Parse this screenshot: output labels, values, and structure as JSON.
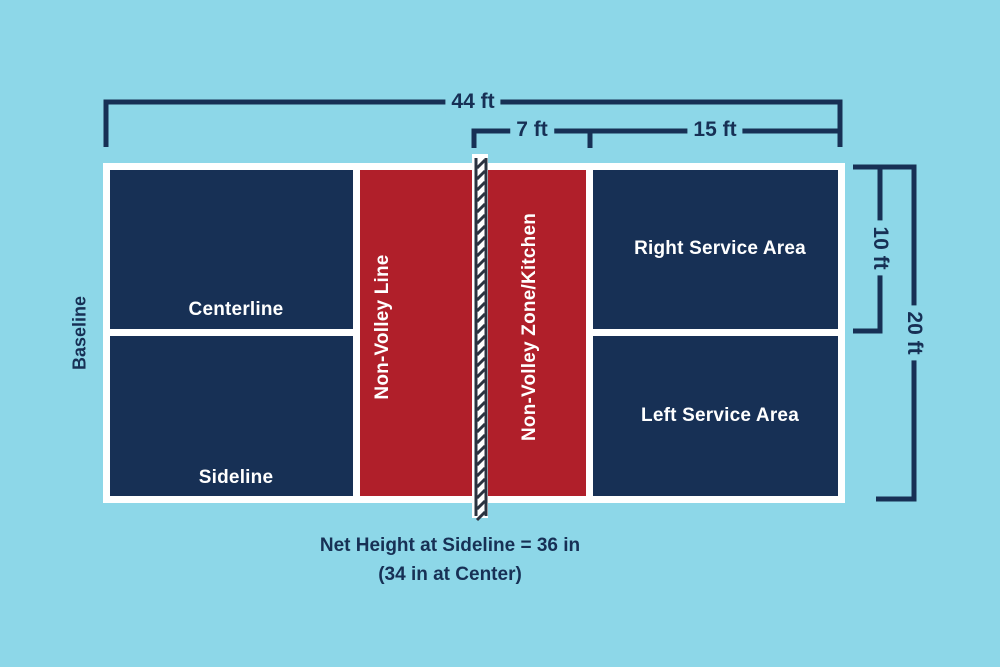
{
  "dimensions": {
    "length": "44 ft",
    "kitchen_depth": "7 ft",
    "service_depth": "15 ft",
    "half_width": "10 ft",
    "width": "20 ft"
  },
  "labels": {
    "baseline": "Baseline",
    "centerline": "Centerline",
    "sideline": "Sideline",
    "non_volley_line": "Non-Volley Line",
    "non_volley_zone": "Non-Volley Zone/Kitchen",
    "right_service_area": "Right Service Area",
    "left_service_area": "Left Service Area"
  },
  "caption": {
    "line1": "Net Height at Sideline = 36 in",
    "line2": "(34 in at Center)"
  },
  "colors": {
    "background": "#8dd7e8",
    "service_area": "#173055",
    "kitchen": "#b01f2a",
    "lines": "#ffffff",
    "net": "#2b3340"
  }
}
